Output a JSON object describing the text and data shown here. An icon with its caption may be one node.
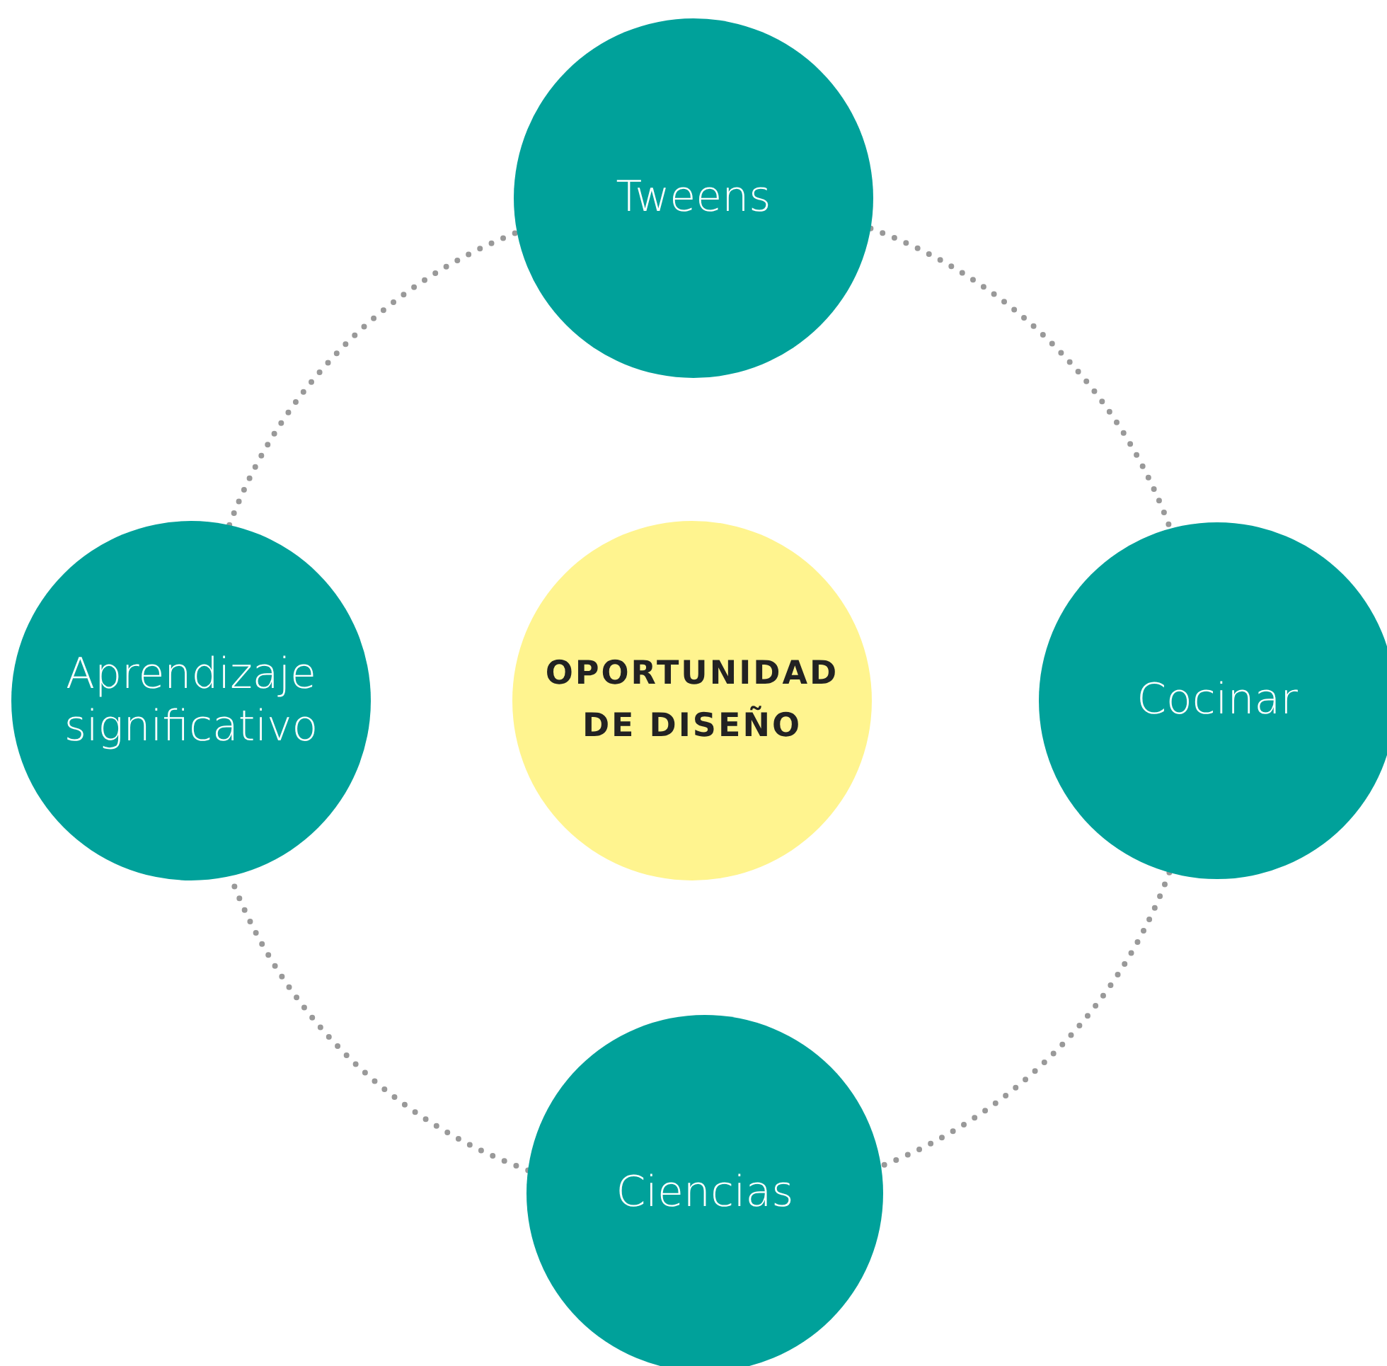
{
  "diagram": {
    "nodes": [
      {
        "text": [
          "Tweens"
        ]
      },
      {
        "text": [
          "Aprendizaje significativo"
        ]
      },
      {
        "text": [
          "OPORTUNIDAD DE DISEÑO"
        ]
      },
      {
        "text": [
          "Cocinar"
        ]
      },
      {
        "text": [
          "Ciencias"
        ]
      }
    ],
    "edges": [
      {
        "from": 0,
        "to": 3,
        "arrow": "none",
        "style": "dashed"
      },
      {
        "from": 3,
        "to": 4,
        "arrow": "none",
        "style": "dashed"
      },
      {
        "from": 4,
        "to": 1,
        "arrow": "none",
        "style": "dashed"
      },
      {
        "from": 1,
        "to": 0,
        "arrow": "none",
        "style": "dashed"
      }
    ]
  }
}
